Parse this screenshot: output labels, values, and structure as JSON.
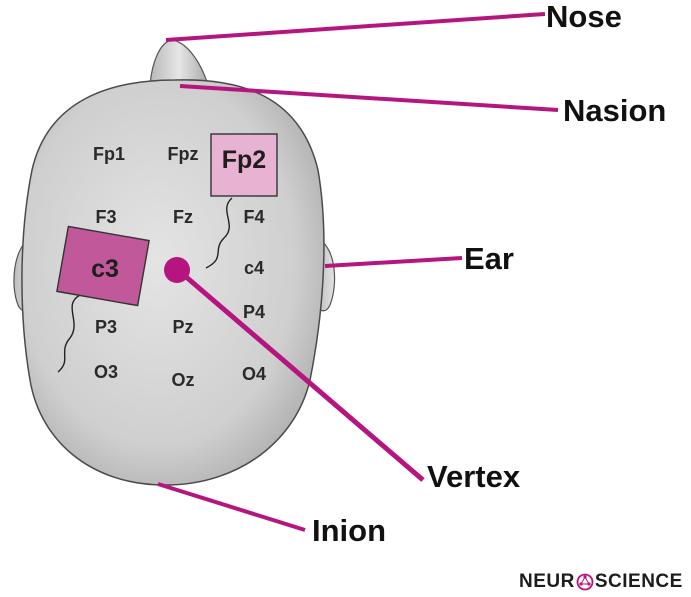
{
  "diagram": {
    "electrodes": {
      "fp1": "Fp1",
      "fpz": "Fpz",
      "fp2": "Fp2",
      "f3": "F3",
      "fz": "Fz",
      "f4": "F4",
      "c3": "c3",
      "c4": "c4",
      "p3": "P3",
      "pz": "Pz",
      "p4": "P4",
      "o3": "O3",
      "oz": "Oz",
      "o4": "O4"
    },
    "callouts": {
      "nose": "Nose",
      "nasion": "Nasion",
      "ear": "Ear",
      "vertex": "Vertex",
      "inion": "Inion"
    },
    "colors": {
      "accent": "#b5157f",
      "c3_pad": "#c0589a",
      "fp2_pad": "#e8b3d2",
      "head": "#cfcfcf"
    }
  },
  "logo": {
    "left": "NEUR",
    "right": "SCIENCE",
    "mark_icon": "brain-network-icon"
  }
}
